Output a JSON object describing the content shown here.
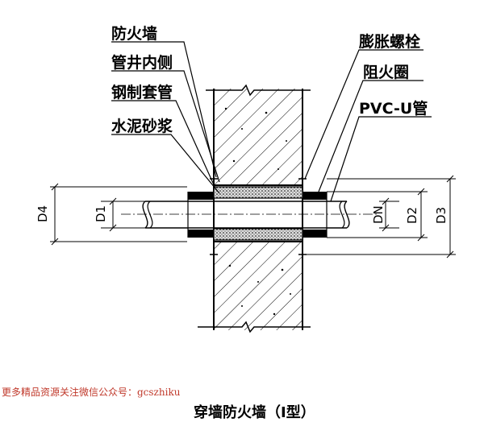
{
  "labels": {
    "fire_wall": "防火墙",
    "shaft_inner": "管井内侧",
    "steel_sleeve": "钢制套管",
    "cement_mortar": "水泥砂浆",
    "expansion_bolt": "膨胀螺栓",
    "fire_ring": "阻火圈",
    "pvc_pipe": "PVC-U管"
  },
  "dimensions": {
    "d4": "D4",
    "d1": "D1",
    "dn": "DN",
    "d2": "D2",
    "d3": "D3"
  },
  "watermark": "更多精品资源关注微信公众号：gcszhiku",
  "caption": "穿墙防火墙（I型）"
}
